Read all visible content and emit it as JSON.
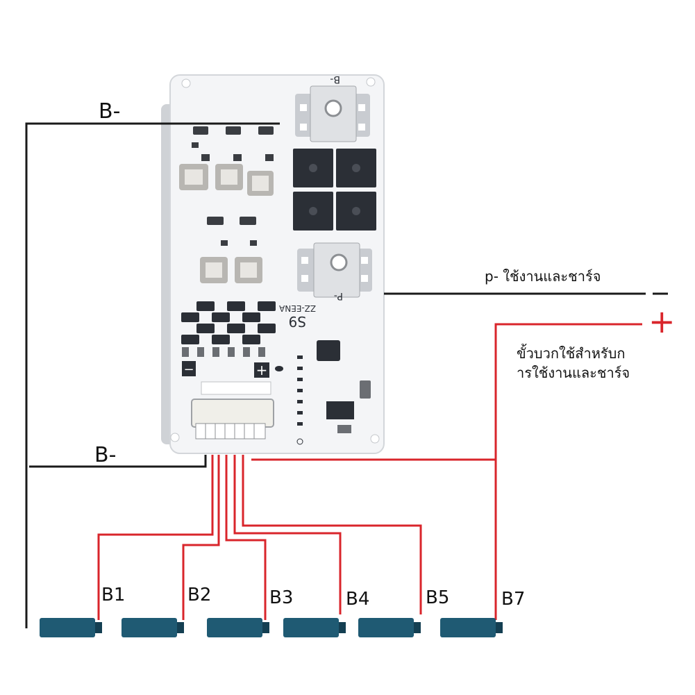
{
  "labels": {
    "b_minus_top": "B-",
    "b_minus_bottom": "B-",
    "p_minus": "p- ใช้งานและชาร์จ",
    "positive_line1": "ขั้วบวกใช้สำหรับก",
    "positive_line2": "ารใช้งานและชาร์จ",
    "minus_symbol": "—",
    "plus_symbol": "+"
  },
  "board": {
    "pad_b_minus": "B-",
    "pad_p_minus": "P-",
    "model": "S9",
    "code": "ZZ-EENA",
    "minus_sign": "−",
    "plus_sign": "+"
  },
  "cells": [
    {
      "label": "B1"
    },
    {
      "label": "B2"
    },
    {
      "label": "B3"
    },
    {
      "label": "B4"
    },
    {
      "label": "B5"
    },
    {
      "label": "B7"
    }
  ],
  "colors": {
    "wire_negative": "#1a1a1a",
    "wire_positive": "#d9252b",
    "cell": "#1f5a73",
    "cell_cap": "#143f52",
    "board": "#f4f5f7",
    "mosfet": "#2b2f36",
    "pad": "#c9ccd1"
  }
}
